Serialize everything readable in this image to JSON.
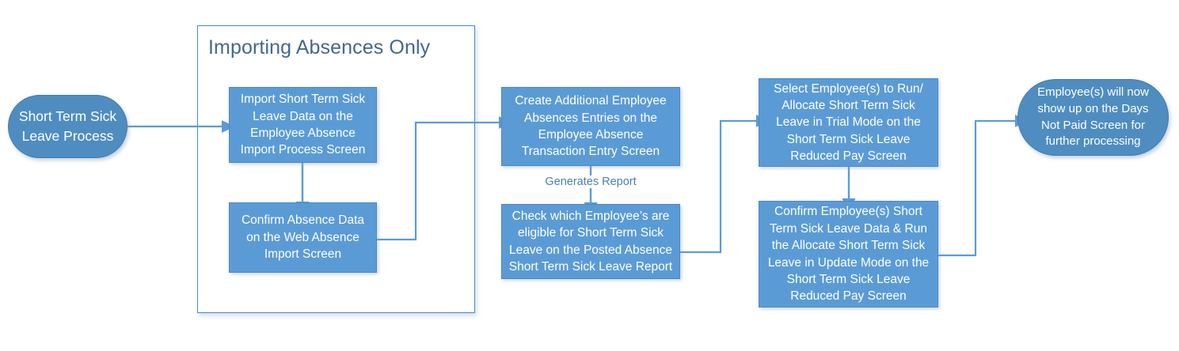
{
  "diagram": {
    "title_visible": false,
    "colors": {
      "node_fill": "#5B9BD5",
      "terminator_fill": "#4F8DC0",
      "connector": "#5B9BD5",
      "group_border": "#4a89c8",
      "group_title_text": "#44688E",
      "edge_label_text": "#4a7fae",
      "node_text": "#FFFFFF",
      "background": "#FFFFFF"
    },
    "group": {
      "label": "Importing Absences Only"
    },
    "nodes": [
      {
        "id": "start",
        "shape": "terminator",
        "label": "Short Term Sick\nLeave Process"
      },
      {
        "id": "import-absence",
        "shape": "process",
        "label": "Import Short Term Sick\nLeave Data on the\nEmployee Absence\nImport Process Screen"
      },
      {
        "id": "confirm-absence",
        "shape": "process",
        "label": "Confirm Absence Data\non the Web Absence\nImport Screen"
      },
      {
        "id": "create-entries",
        "shape": "process",
        "label": "Create Additional Employee\nAbsences Entries on the\nEmployee Absence\nTransaction Entry Screen"
      },
      {
        "id": "check-eligible",
        "shape": "process",
        "label": "Check which Employee’s are\neligible for Short Term Sick\nLeave on the Posted Absence\nShort Term Sick Leave Report"
      },
      {
        "id": "trial-mode",
        "shape": "process",
        "label": "Select Employee(s) to Run/\nAllocate Short Term Sick\nLeave in Trial Mode on the\nShort Term Sick Leave\nReduced Pay Screen"
      },
      {
        "id": "update-mode",
        "shape": "process",
        "label": "Confirm Employee(s) Short\nTerm Sick Leave Data & Run\nthe Allocate Short Term Sick\nLeave in Update Mode on the\nShort Term Sick Leave\nReduced Pay Screen"
      },
      {
        "id": "end",
        "shape": "terminator",
        "label": "Employee(s) will now\nshow up on the Days\nNot Paid Screen for\nfurther processing"
      }
    ],
    "edge_labels": [
      {
        "id": "generates-report",
        "label": "Generates Report"
      }
    ]
  }
}
